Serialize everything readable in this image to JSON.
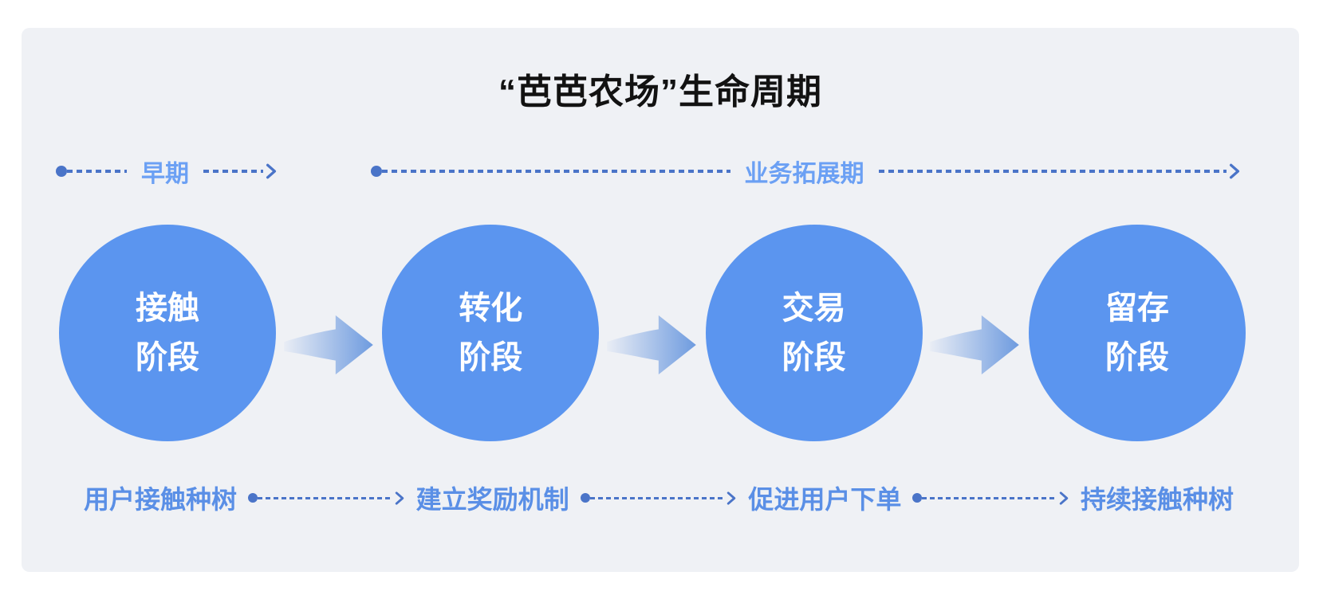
{
  "title": "“芭芭农场”生命周期",
  "timeline": {
    "segments": [
      {
        "label": "早期"
      },
      {
        "label": "业务拓展期"
      }
    ]
  },
  "stages": [
    {
      "line1": "接触",
      "line2": "阶段"
    },
    {
      "line1": "转化",
      "line2": "阶段"
    },
    {
      "line1": "交易",
      "line2": "阶段"
    },
    {
      "line1": "留存",
      "line2": "阶段"
    }
  ],
  "actions": [
    "用户接触种树",
    "建立奖励机制",
    "促进用户下单",
    "持续接触种树"
  ],
  "icons": {
    "timeline_start": "filled-dot",
    "timeline_end": "chevron-right",
    "stage_connector": "gradient-swoosh-arrow-right"
  },
  "colors": {
    "panel-bg": "#EFF1F5",
    "title-color": "#121212",
    "circle-blue": "#5B95EF",
    "dot-blue": "#4A74C8",
    "label-blue": "#6BA0F4",
    "action-blue": "#5A8FE6",
    "arrow-grad-start": "#E9EDF5",
    "arrow-grad-end": "#6E9BDF"
  }
}
